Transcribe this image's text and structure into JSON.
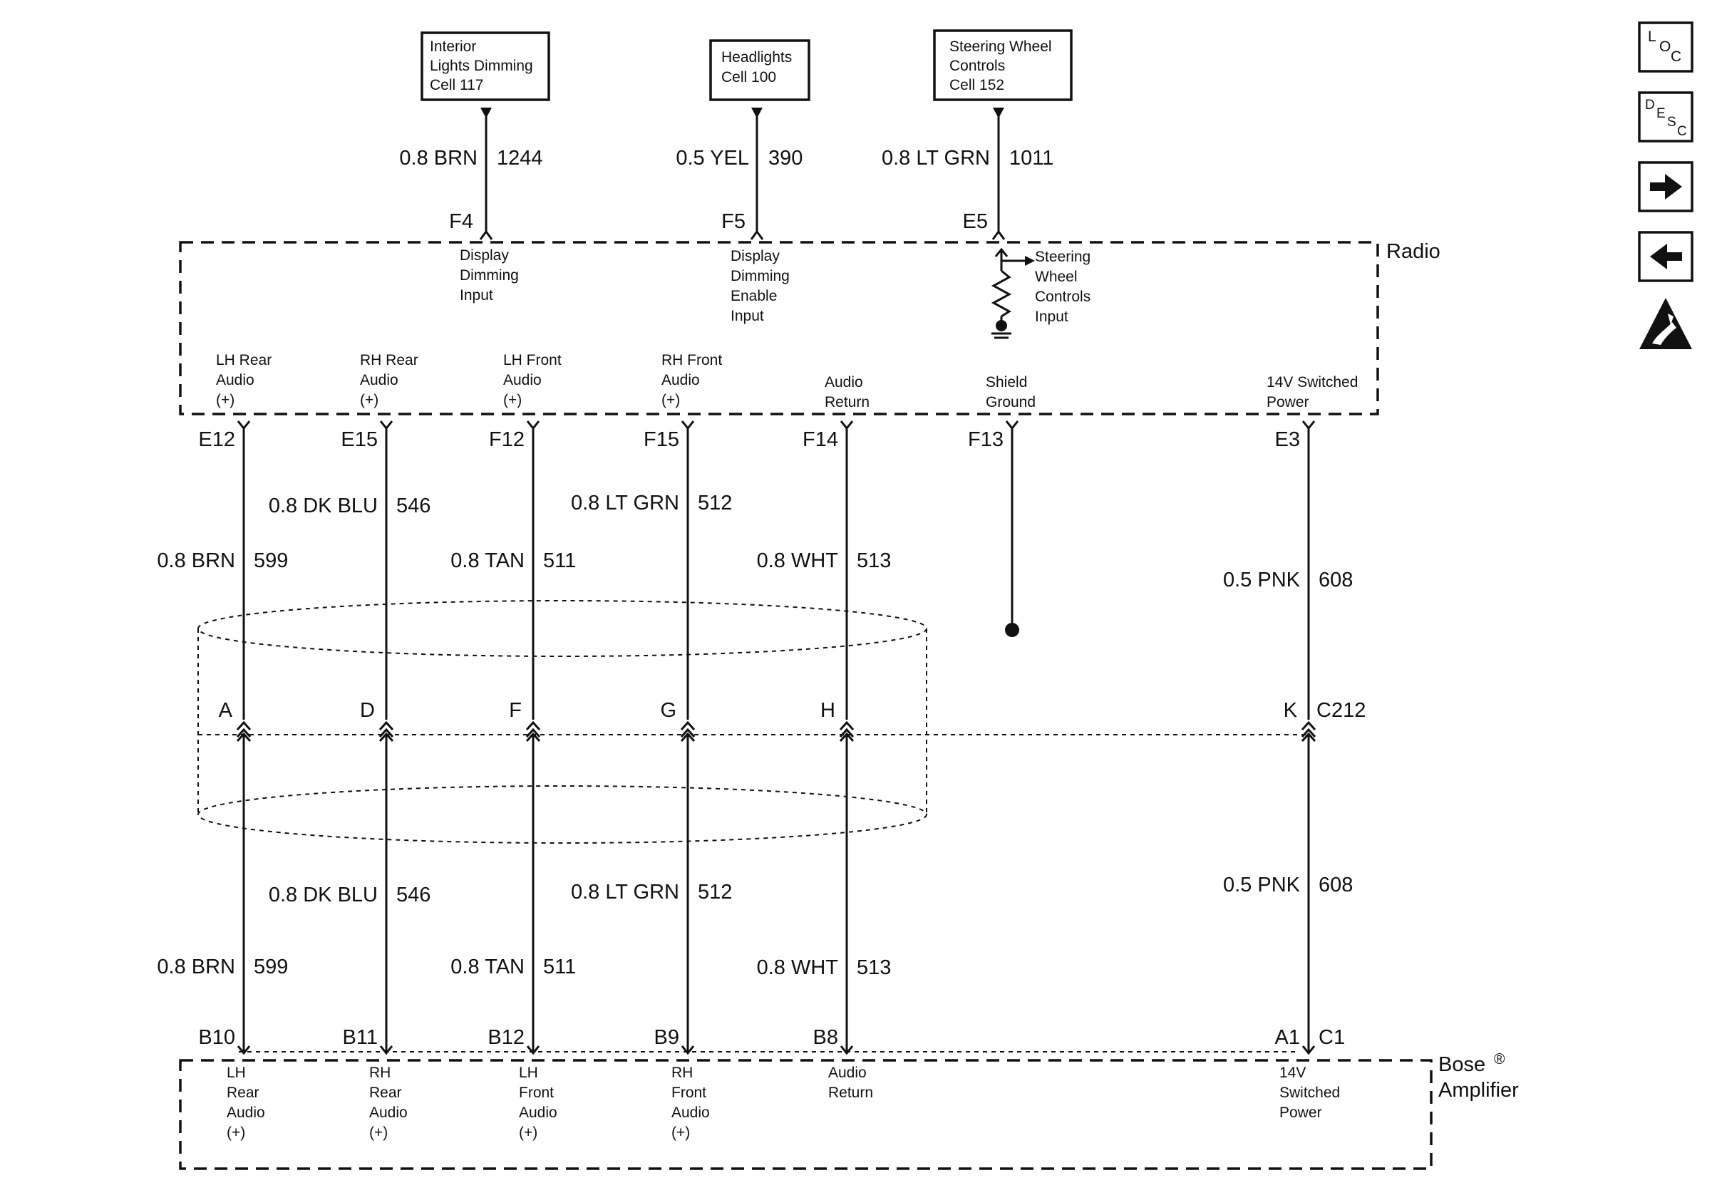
{
  "sources": [
    {
      "lines": [
        "Interior",
        "Lights Dimming",
        "Cell 117"
      ],
      "wire": "0.8 BRN",
      "circuit": "1244",
      "pin": "F4",
      "function": [
        "Display",
        "Dimming",
        "Input"
      ]
    },
    {
      "lines": [
        "Headlights",
        "Cell 100"
      ],
      "wire": "0.5 YEL",
      "circuit": "390",
      "pin": "F5",
      "function": [
        "Display",
        "Dimming",
        "Enable",
        "Input"
      ]
    },
    {
      "lines": [
        "Steering Wheel",
        "Controls",
        "Cell 152"
      ],
      "wire": "0.8 LT GRN",
      "circuit": "1011",
      "pin": "E5",
      "function": [
        "Steering",
        "Wheel",
        "Controls",
        "Input"
      ]
    }
  ],
  "radio": {
    "label": "Radio"
  },
  "amplifier": {
    "label": "Bose",
    "label2": "Amplifier",
    "mark": "®"
  },
  "circuits": [
    {
      "radio_pin": "E12",
      "radio_func": [
        "LH Rear",
        "Audio",
        "(+)"
      ],
      "upper_wire": "0.8 BRN",
      "upper_circuit": "599",
      "conn_pin": "A",
      "lower_wire": "0.8 BRN",
      "lower_circuit": "599",
      "amp_pin": "B10",
      "amp_func": [
        "LH",
        "Rear",
        "Audio",
        "(+)"
      ]
    },
    {
      "radio_pin": "E15",
      "radio_func": [
        "RH Rear",
        "Audio",
        "(+)"
      ],
      "upper_wire": "0.8 DK BLU",
      "upper_circuit": "546",
      "conn_pin": "D",
      "lower_wire": "0.8 DK BLU",
      "lower_circuit": "546",
      "amp_pin": "B11",
      "amp_func": [
        "RH",
        "Rear",
        "Audio",
        "(+)"
      ]
    },
    {
      "radio_pin": "F12",
      "radio_func": [
        "LH Front",
        "Audio",
        "(+)"
      ],
      "upper_wire": "0.8 TAN",
      "upper_circuit": "511",
      "conn_pin": "F",
      "lower_wire": "0.8 TAN",
      "lower_circuit": "511",
      "amp_pin": "B12",
      "amp_func": [
        "LH",
        "Front",
        "Audio",
        "(+)"
      ]
    },
    {
      "radio_pin": "F15",
      "radio_func": [
        "RH Front",
        "Audio",
        "(+)"
      ],
      "upper_wire": "0.8 LT GRN",
      "upper_circuit": "512",
      "conn_pin": "G",
      "lower_wire": "0.8 LT GRN",
      "lower_circuit": "512",
      "amp_pin": "B9",
      "amp_func": [
        "RH",
        "Front",
        "Audio",
        "(+)"
      ]
    },
    {
      "radio_pin": "F14",
      "radio_func": [
        "Audio",
        "Return"
      ],
      "upper_wire": "0.8 WHT",
      "upper_circuit": "513",
      "conn_pin": "H",
      "lower_wire": "0.8 WHT",
      "lower_circuit": "513",
      "amp_pin": "B8",
      "amp_func": [
        "Audio",
        "Return"
      ]
    },
    {
      "radio_pin": "F13",
      "radio_func": [
        "Shield",
        "Ground"
      ]
    },
    {
      "radio_pin": "E3",
      "radio_func": [
        "14V Switched",
        "Power"
      ],
      "upper_wire": "0.5 PNK",
      "upper_circuit": "608",
      "conn_pin": "K",
      "lower_wire": "0.5 PNK",
      "lower_circuit": "608",
      "amp_pin": "A1",
      "amp_pin2": "C1",
      "amp_func": [
        "14V",
        "Switched",
        "Power"
      ]
    }
  ],
  "connector": {
    "name": "C212"
  },
  "nav": {
    "loc": {
      "a": "L",
      "b": "O",
      "c": "C"
    },
    "desc": {
      "a": "D",
      "b": "E",
      "c": "S",
      "d": "C"
    }
  }
}
